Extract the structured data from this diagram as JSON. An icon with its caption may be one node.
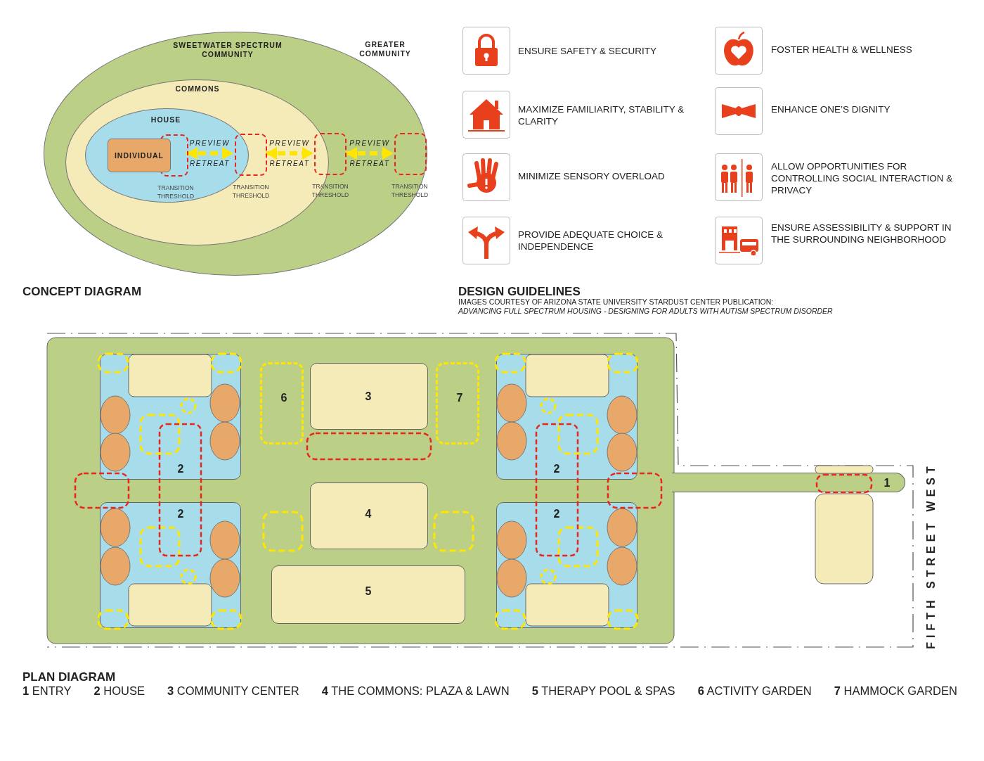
{
  "diagram": {
    "nodes": [
      {
        "text": [
          "SWEETWATER SPECTRUM COMMUNITY"
        ]
      },
      {
        "text": [
          "COMMONS"
        ],
        "in": 0
      },
      {
        "text": [
          "HOUSE"
        ],
        "in": 1
      },
      {
        "text": [
          "INDIVIDUAL"
        ],
        "in": 2
      },
      {
        "text": [
          "TRANSITION THRESHOLD"
        ],
        "in": 2
      },
      {
        "text": [
          "TRANSITION THRESHOLD"
        ],
        "in": 1
      },
      {
        "text": [
          "TRANSITION THRESHOLD"
        ],
        "in": 0
      },
      {
        "text": [
          "TRANSITION THRESHOLD"
        ],
        "in": 0
      },
      {
        "text": [
          "2"
        ]
      },
      {
        "text": [
          "6"
        ]
      },
      {
        "text": [
          "3"
        ]
      },
      {
        "text": [
          "7"
        ]
      },
      {
        "text": [
          "2"
        ]
      },
      {
        "text": [
          "1"
        ]
      },
      {
        "text": [
          "2"
        ]
      },
      {
        "text": [
          "4"
        ]
      },
      {
        "text": [
          "2"
        ]
      },
      {
        "text": [
          "5"
        ]
      }
    ],
    "edges": [
      {
        "from": 4,
        "to": 5,
        "arrow": "both",
        "style": "dashed",
        "label": "PREVIEW RETREAT"
      },
      {
        "from": 5,
        "to": 6,
        "arrow": "both",
        "style": "dashed",
        "label": "PREVIEW RETREAT"
      },
      {
        "from": 6,
        "to": 7,
        "arrow": "both",
        "style": "dashed",
        "label": "PREVIEW RETREAT"
      }
    ],
    "labels": [
      "GREATER COMMUNITY",
      "ENSURE SAFETY & SECURITY",
      "FOSTER HEALTH & WELLNESS",
      "MAXIMIZE FAMILIARITY, STABILITY & CLARITY",
      "ENHANCE ONE’S DIGNITY",
      "MINIMIZE SENSORY OVERLOAD",
      "ALLOW OPPORTUNITIES FOR CONTROLLING SOCIAL INTERACTION & PRIVACY",
      "PROVIDE ADEQUATE CHOICE & INDEPENDENCE",
      "ENSURE ASSESSIBILITY & SUPPORT IN THE SURROUNDING NEIGHBORHOOD",
      "CONCEPT DIAGRAM",
      "DESIGN GUIDELINES",
      "IMAGES COURTESY OF ARIZONA STATE UNIVERSITY STARDUST CENTER PUBLICATION:",
      "ADVANCING FULL SPECTRUM HOUSING - DESIGNING FOR ADULTS WITH AUTISM SPECTRUM DISORDER",
      "FIFTH STREET WEST",
      "PLAN DIAGRAM",
      "**1** ENTRY",
      "**2** HOUSE",
      "**3** COMMUNITY CENTER",
      "**4** THE COMMONS: PLAZA & LAWN",
      "**5** THERAPY POOL & SPAS",
      "**6** ACTIVITY GARDEN",
      "**7** HAMMOCK GARDEN"
    ]
  }
}
